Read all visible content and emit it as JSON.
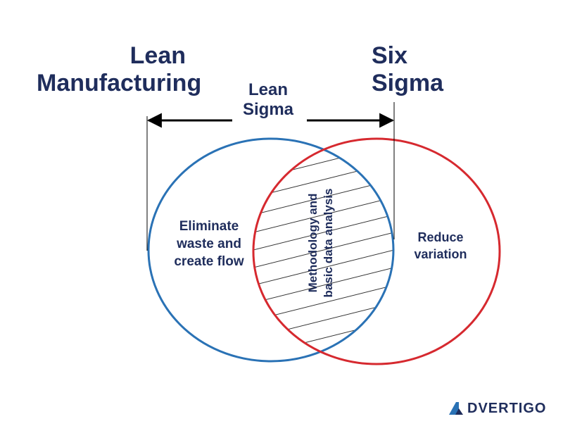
{
  "titles": {
    "lean_line1": "Lean",
    "lean_line2": "Manufacturing",
    "six_line1": "Six",
    "six_line2": "Sigma",
    "center_line1": "Lean",
    "center_line2": "Sigma"
  },
  "regions": {
    "left_line1": "Eliminate",
    "left_line2": "waste and",
    "left_line3": "create flow",
    "overlap_line1": "Methodology and",
    "overlap_line2": "basic data analysis",
    "right_line1": "Reduce",
    "right_line2": "variation"
  },
  "branding": {
    "logo_text": "DVERTIGO"
  },
  "colors": {
    "text": "#1f2d5c",
    "left_circle": "#2a72b5",
    "right_circle": "#d6292f",
    "hatch": "#333333",
    "arrow": "#000000"
  }
}
